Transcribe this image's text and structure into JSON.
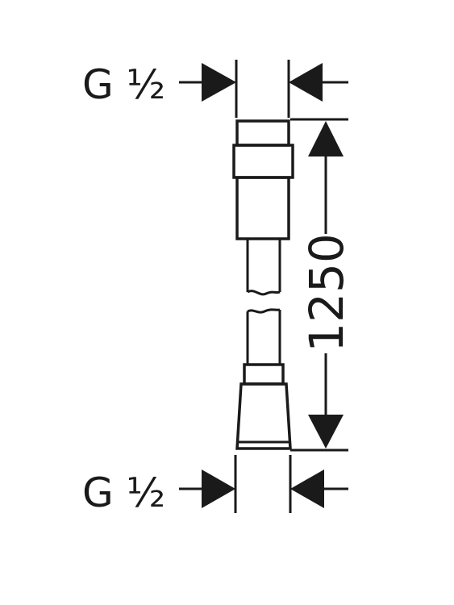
{
  "top_connection": {
    "label": "G ½"
  },
  "bottom_connection": {
    "label": "G ½"
  },
  "length_dimension": {
    "value": "1250"
  }
}
